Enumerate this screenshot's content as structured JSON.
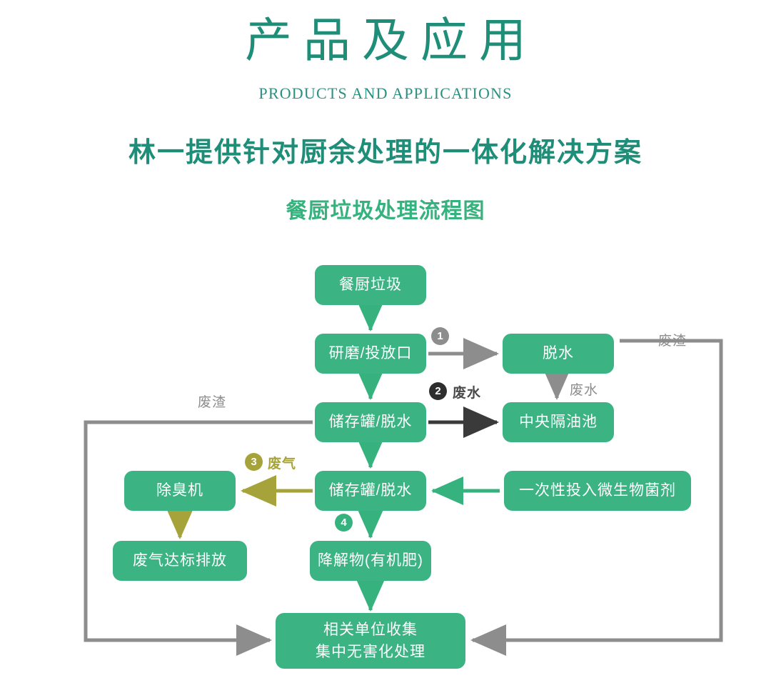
{
  "header": {
    "title_cn": "产品及应用",
    "title_en": "PRODUCTS AND APPLICATIONS",
    "subtitle": "林一提供针对厨余处理的一体化解决方案",
    "chart_title": "餐厨垃圾处理流程图"
  },
  "colors": {
    "brand_teal": "#1f8e78",
    "node_green": "#3cb383",
    "accent_green": "#35b27e",
    "gray_line": "#8d8d8d",
    "dark_line": "#3a3a3a",
    "olive": "#a5a339"
  },
  "flow": {
    "nodes": [
      {
        "id": "n1",
        "label": "餐厨垃圾"
      },
      {
        "id": "n2",
        "label": "研磨/投放口"
      },
      {
        "id": "n3",
        "label": "储存罐/脱水"
      },
      {
        "id": "n4",
        "label": "储存罐/脱水"
      },
      {
        "id": "n5",
        "label": "降解物(有机肥)"
      },
      {
        "id": "n6",
        "label": "脱水"
      },
      {
        "id": "n7",
        "label": "中央隔油池"
      },
      {
        "id": "n8",
        "label": "一次性投入微生物菌剂"
      },
      {
        "id": "n9",
        "label": "除臭机"
      },
      {
        "id": "n10",
        "label": "废气达标排放"
      },
      {
        "id": "n11",
        "label_line1": "相关单位收集",
        "label_line2": "集中无害化处理"
      }
    ],
    "badges": [
      {
        "id": "b1",
        "text": "❶",
        "number": "1",
        "style": "gray"
      },
      {
        "id": "b2",
        "text": "❷",
        "number": "2",
        "style": "dark"
      },
      {
        "id": "b3",
        "text": "❸",
        "number": "3",
        "style": "olive"
      },
      {
        "id": "b4",
        "text": "❹",
        "number": "4",
        "style": "green"
      }
    ],
    "edge_labels": [
      {
        "id": "e_feizha_right",
        "text": "废渣",
        "style": "gray"
      },
      {
        "id": "e_feizha_left",
        "text": "废渣",
        "style": "gray"
      },
      {
        "id": "e_feishui_2",
        "text": "废水",
        "style": "dark"
      },
      {
        "id": "e_feishui_down",
        "text": "废水",
        "style": "gray"
      },
      {
        "id": "e_feiqi_3",
        "text": "废气",
        "style": "olive"
      }
    ]
  }
}
